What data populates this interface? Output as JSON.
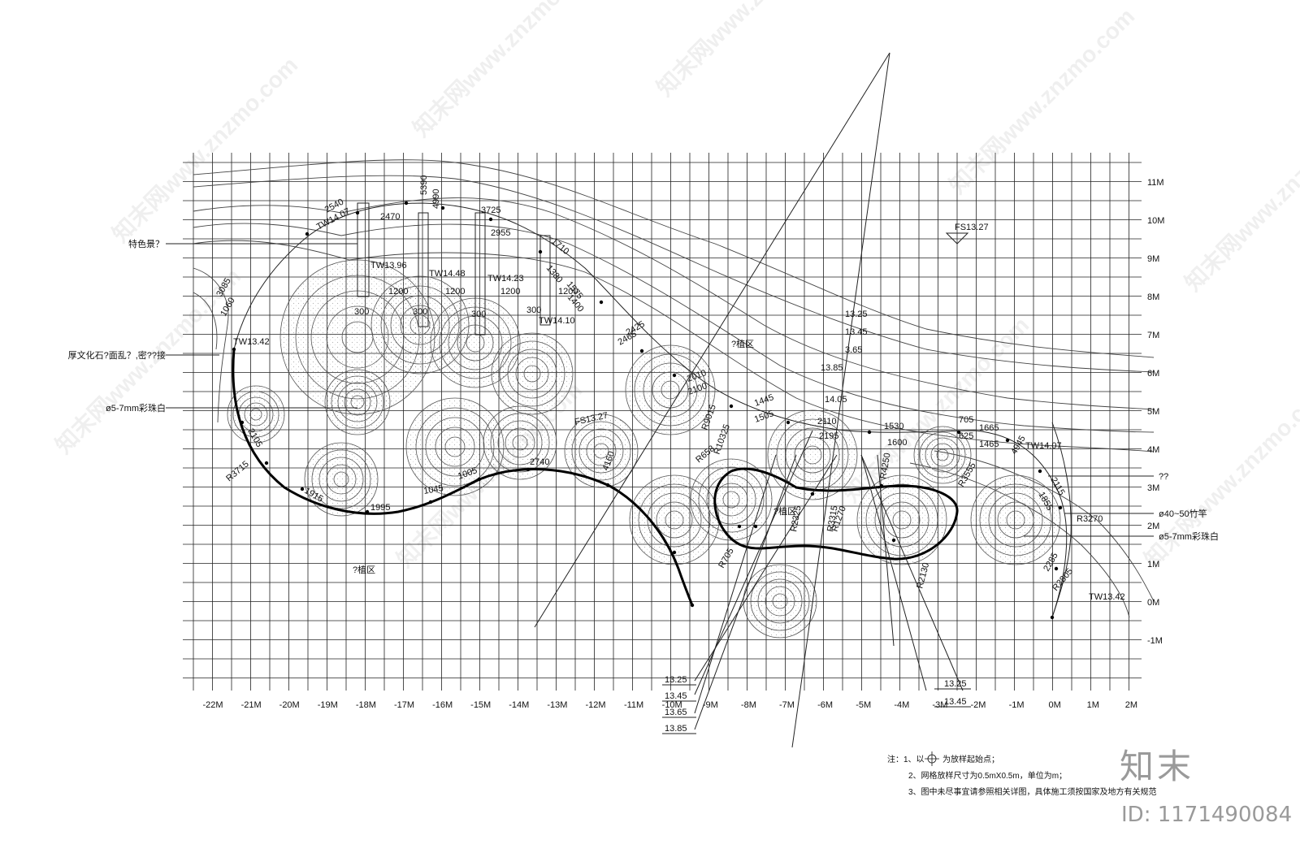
{
  "x_axis_labels": [
    "-22M",
    "-21M",
    "-20M",
    "-19M",
    "-18M",
    "-17M",
    "-16M",
    "-15M",
    "-14M",
    "-13M",
    "-12M",
    "-11M",
    "-10M",
    "-9M",
    "-8M",
    "-7M",
    "-6M",
    "-5M",
    "-4M",
    "-3M",
    "-2M",
    "-1M",
    "0M",
    "1M",
    "2M"
  ],
  "y_axis_labels": [
    "11M",
    "10M",
    "9M",
    "8M",
    "7M",
    "6M",
    "5M",
    "4M",
    "3M",
    "2M",
    "1M",
    "0M",
    "-1M"
  ],
  "left_callouts": [
    "特色景？",
    "厚文化石?面乱？,密??接",
    "ø5-7mm彩珠白"
  ],
  "right_callouts": [
    "??",
    "ø40~50竹竿",
    "ø5-7mm彩珠白"
  ],
  "bottom_left_levels": [
    "13.25",
    "13.45",
    "13.65",
    "13.85"
  ],
  "bottom_right_levels": [
    "13.25",
    "13.45"
  ],
  "contour_levels": [
    "13.25",
    "13.45",
    "3.65",
    "13.85",
    "14.05"
  ],
  "spot_levels": [
    "TW14.07",
    "TW13.96",
    "TW14.48",
    "TW14.23",
    "TW14.10",
    "TW13.42",
    "FS13.27",
    "FS13.27",
    "TW14.07",
    "TW13.42"
  ],
  "dimensions": [
    "2540",
    "2470",
    "5390",
    "4990",
    "3725",
    "2955",
    "1710",
    "1380",
    "1575",
    "1400",
    "1200",
    "1200",
    "1200",
    "1200",
    "300",
    "300",
    "300",
    "300",
    "3085",
    "1060",
    "2425",
    "2465",
    "2010",
    "2100",
    "1445",
    "1505",
    "2110",
    "2195",
    "1530",
    "705",
    "1600",
    "625",
    "1665",
    "1465",
    "2740",
    "4160",
    "1995",
    "1915",
    "1045",
    "1005",
    "2105",
    "R3715",
    "R3270",
    "R2805",
    "2285",
    "2115",
    "1855",
    "R9015",
    "R10325",
    "R658",
    "R705",
    "R2325",
    "R3315",
    "R4250",
    "R3555",
    "R2130",
    "R1270",
    "4945"
  ],
  "area_labels": [
    "?植区",
    "?植区",
    "?植区"
  ],
  "notes": [
    "注：1、以",
    "为放样起始点；",
    "2、网格放样尺寸为0.5mX0.5m，单位为m；",
    "3、图中未尽事宜请参照相关详图，具体施工须按国家及地方有关规范"
  ],
  "watermark_text": "www.znzmo.com",
  "watermark_brand": "知末网",
  "brand": "知末",
  "id_label": "ID: 1171490084"
}
